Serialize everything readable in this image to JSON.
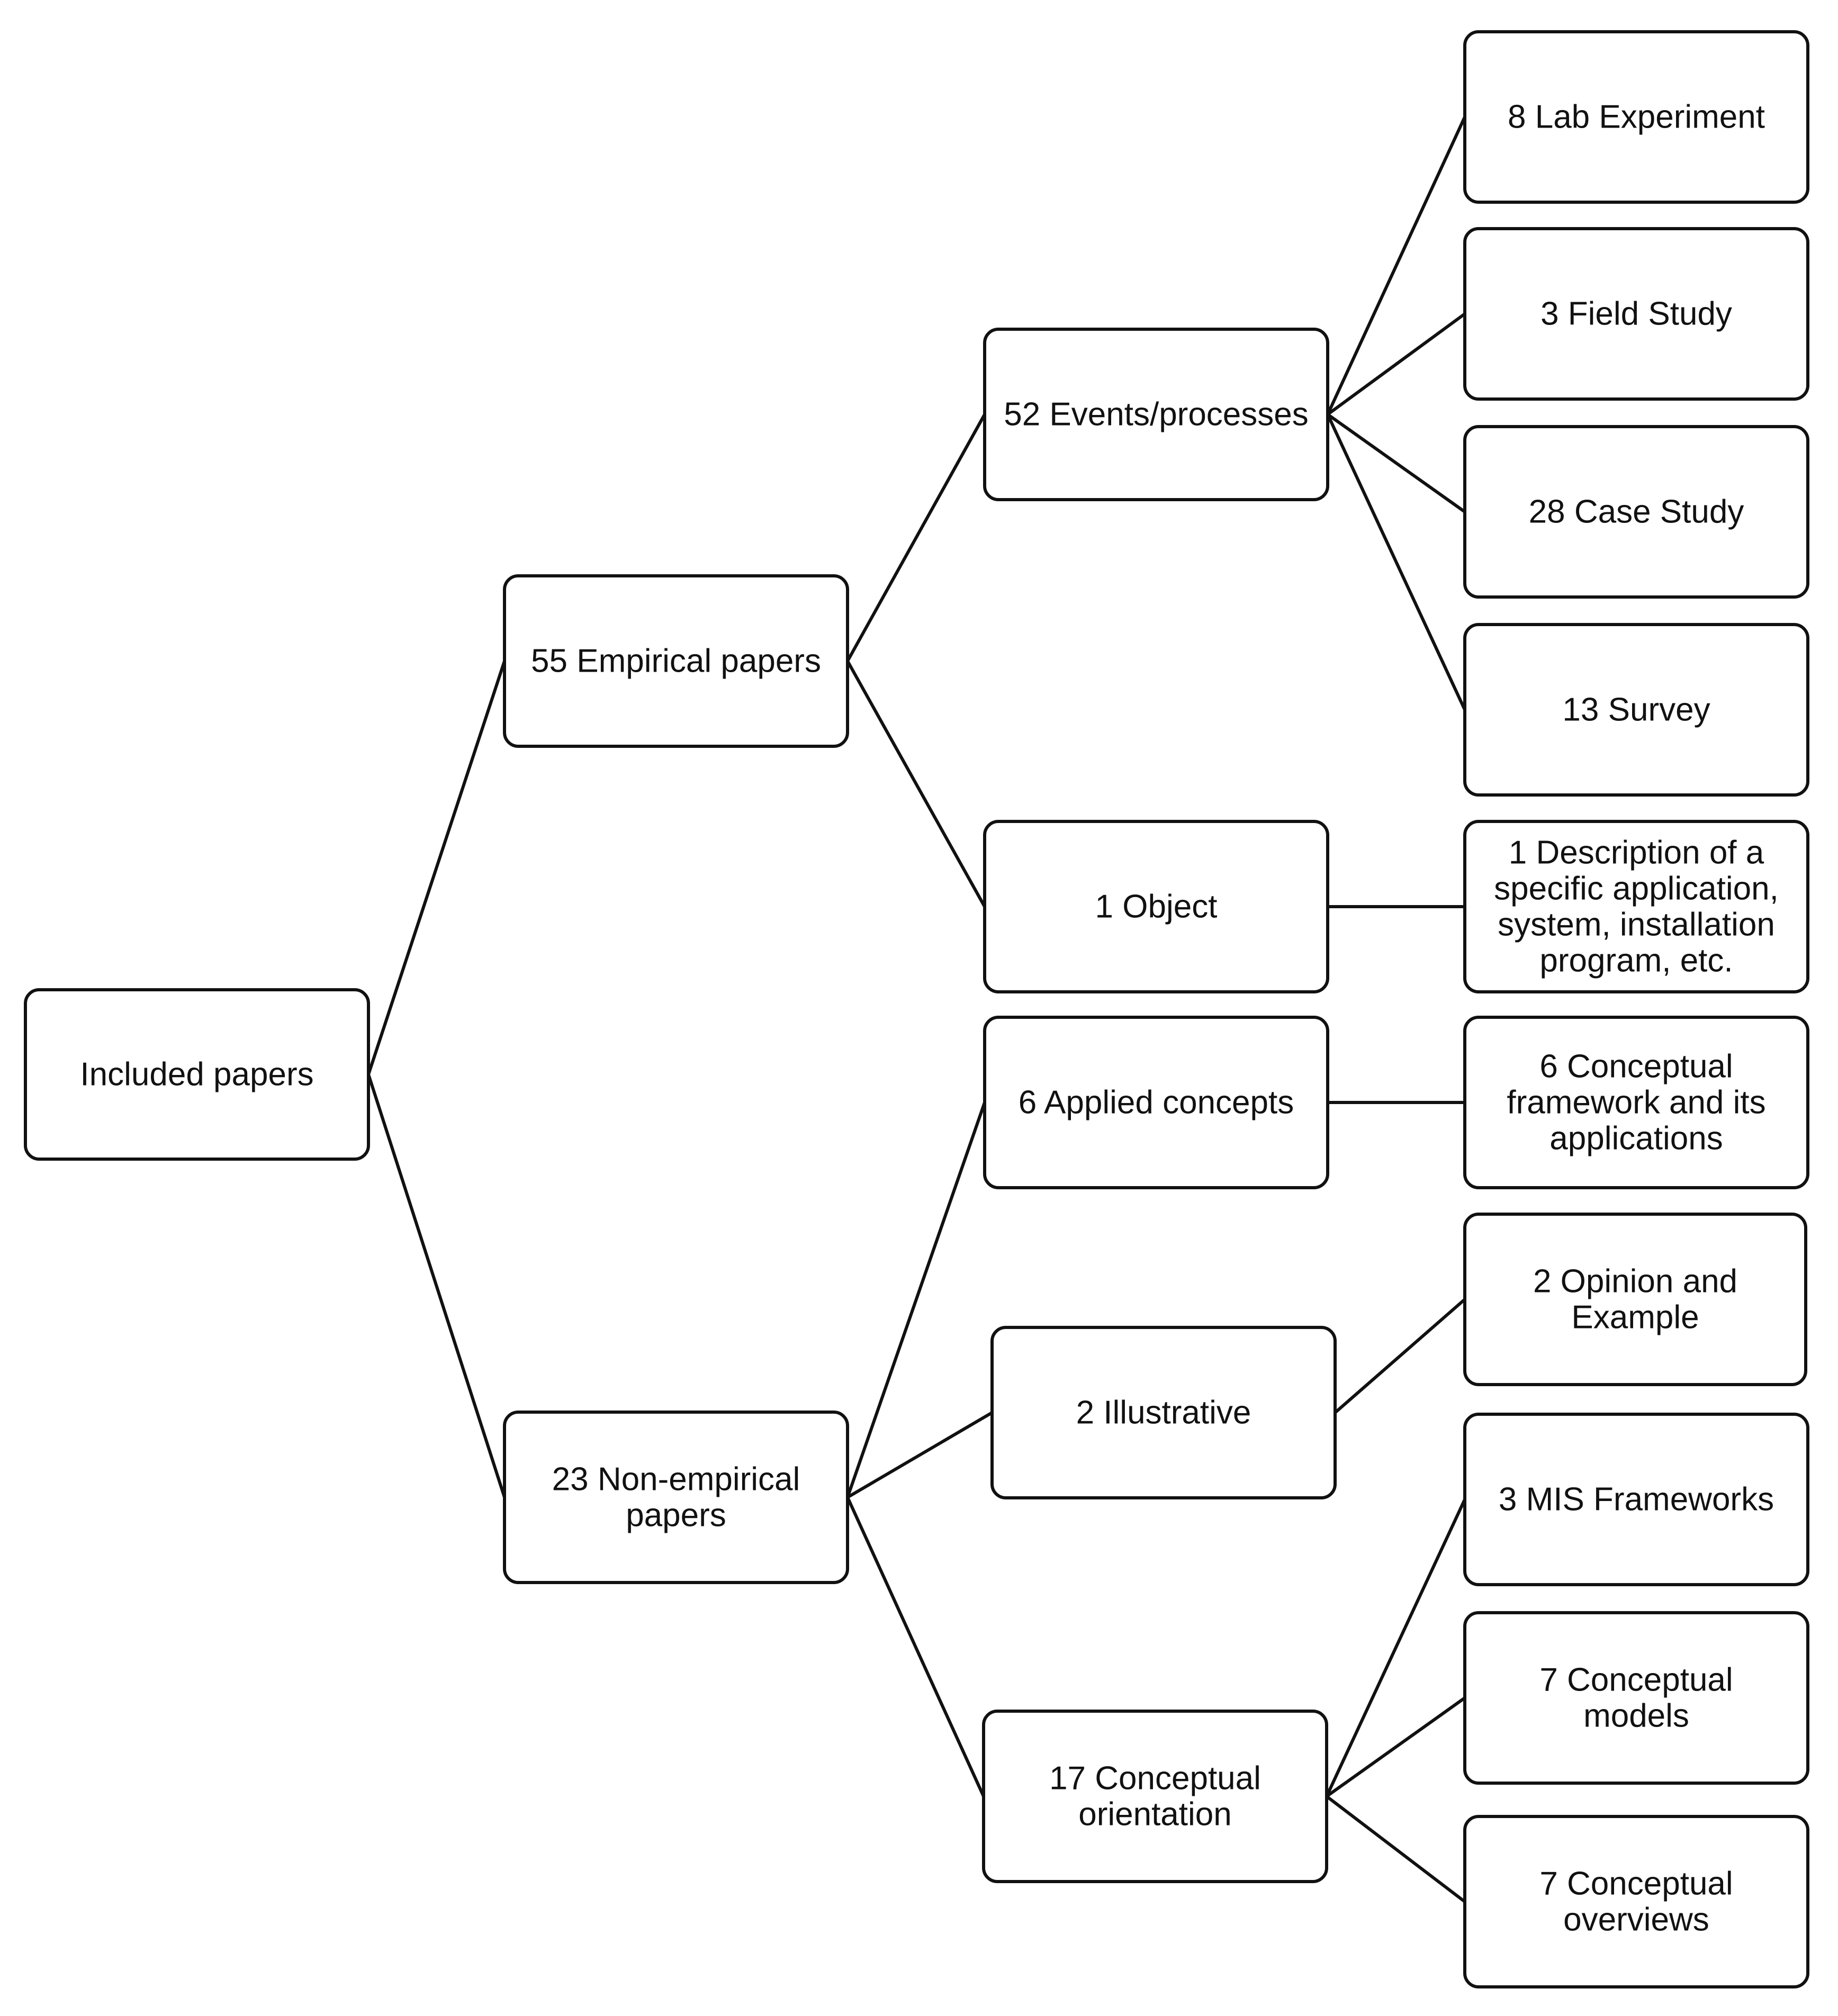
{
  "nodes": [
    {
      "id": "root",
      "lines": [
        "Included papers"
      ]
    },
    {
      "id": "empirical",
      "lines": [
        "55 Empirical papers"
      ]
    },
    {
      "id": "nonempirical",
      "lines": [
        "23 Non-empirical",
        "papers"
      ]
    },
    {
      "id": "events",
      "lines": [
        "52 Events/processes"
      ]
    },
    {
      "id": "object",
      "lines": [
        "1 Object"
      ]
    },
    {
      "id": "applied",
      "lines": [
        "6 Applied concepts"
      ]
    },
    {
      "id": "illustrative",
      "lines": [
        "2 Illustrative"
      ]
    },
    {
      "id": "conceptual_orientation",
      "lines": [
        "17 Conceptual",
        "orientation"
      ]
    },
    {
      "id": "lab",
      "lines": [
        "8 Lab Experiment"
      ]
    },
    {
      "id": "field",
      "lines": [
        "3 Field Study"
      ]
    },
    {
      "id": "case",
      "lines": [
        "28 Case Study"
      ]
    },
    {
      "id": "survey",
      "lines": [
        "13 Survey"
      ]
    },
    {
      "id": "description",
      "lines": [
        "1 Description of a",
        "specific application,",
        "system, installation",
        "program, etc."
      ]
    },
    {
      "id": "framework",
      "lines": [
        "6 Conceptual",
        "framework and its",
        "applications"
      ]
    },
    {
      "id": "opinion",
      "lines": [
        "2 Opinion and",
        "Example"
      ]
    },
    {
      "id": "mis",
      "lines": [
        "3 MIS Frameworks"
      ]
    },
    {
      "id": "models",
      "lines": [
        "7 Conceptual",
        "models"
      ]
    },
    {
      "id": "overviews",
      "lines": [
        "7 Conceptual",
        "overviews"
      ]
    }
  ],
  "edges": [
    [
      "root",
      "empirical"
    ],
    [
      "root",
      "nonempirical"
    ],
    [
      "empirical",
      "events"
    ],
    [
      "empirical",
      "object"
    ],
    [
      "nonempirical",
      "applied"
    ],
    [
      "nonempirical",
      "illustrative"
    ],
    [
      "nonempirical",
      "conceptual_orientation"
    ],
    [
      "events",
      "lab"
    ],
    [
      "events",
      "field"
    ],
    [
      "events",
      "case"
    ],
    [
      "events",
      "survey"
    ],
    [
      "object",
      "description"
    ],
    [
      "applied",
      "framework"
    ],
    [
      "illustrative",
      "opinion"
    ],
    [
      "conceptual_orientation",
      "mis"
    ],
    [
      "conceptual_orientation",
      "models"
    ],
    [
      "conceptual_orientation",
      "overviews"
    ]
  ]
}
